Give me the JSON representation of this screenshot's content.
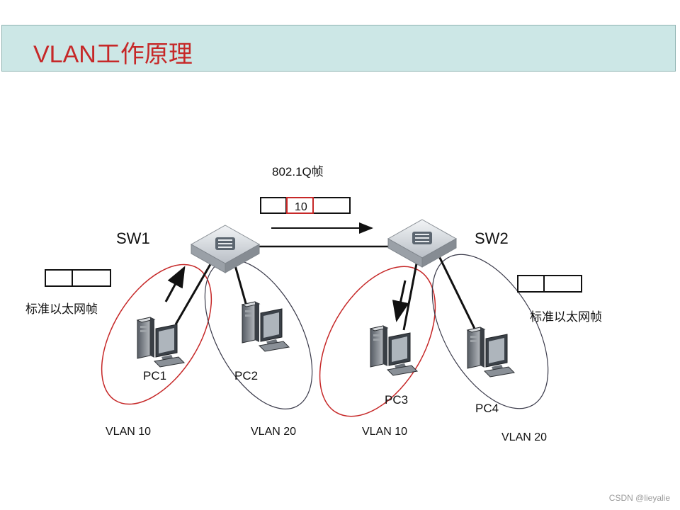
{
  "title": "VLAN工作原理",
  "frame_label": "802.1Q帧",
  "frame_tag": "10",
  "switches": {
    "sw1": "SW1",
    "sw2": "SW2"
  },
  "std_frame_left": "标准以太网帧",
  "std_frame_right": "标准以太网帧",
  "pcs": {
    "pc1": "PC1",
    "pc2": "PC2",
    "pc3": "PC3",
    "pc4": "PC4"
  },
  "vlans": {
    "v1": "VLAN 10",
    "v2": "VLAN 20",
    "v3": "VLAN 10",
    "v4": "VLAN 20"
  },
  "colors": {
    "vlan10": "#c62828",
    "vlan20": "#3a3a4a",
    "title_bg": "#cce7e6",
    "title_text": "#c62828"
  },
  "watermark": "CSDN @lieyalie"
}
